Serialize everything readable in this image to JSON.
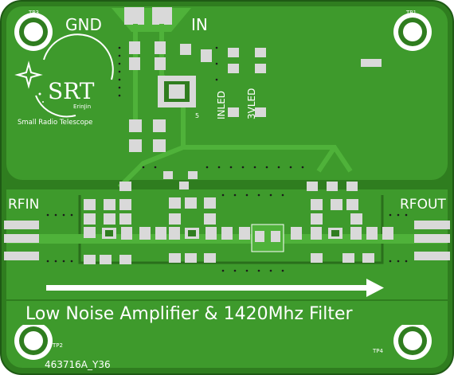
{
  "board": {
    "colors": {
      "substrate": "#2f7d1f",
      "copper_fill": "#3e9a2c",
      "trace": "#4fb23a",
      "silk": "#ffffff",
      "pad": "#d9d9d9",
      "drill": "#1b1b1b"
    },
    "labels": {
      "gnd": "GND",
      "in": "IN",
      "rfin": "RFIN",
      "rfout": "RFOUT",
      "inled": "INLED",
      "led3v": "3VLED",
      "tp1": "TP1",
      "tp2": "TP2",
      "tp3": "TP3",
      "tp4": "TP4",
      "u_marker": "5",
      "title": "Low Noise Amplifier & 1420Mhz Filter",
      "part_number": "463716A_Y36"
    },
    "logo": {
      "main": "SRT",
      "sub": "ErinJin",
      "tagline": "Small Radio Telescope"
    },
    "icons": [
      "mounting-hole-icon",
      "sparkle-star-icon",
      "arrow-right-icon",
      "smd-pad-icon",
      "qfn-chip-icon"
    ]
  }
}
